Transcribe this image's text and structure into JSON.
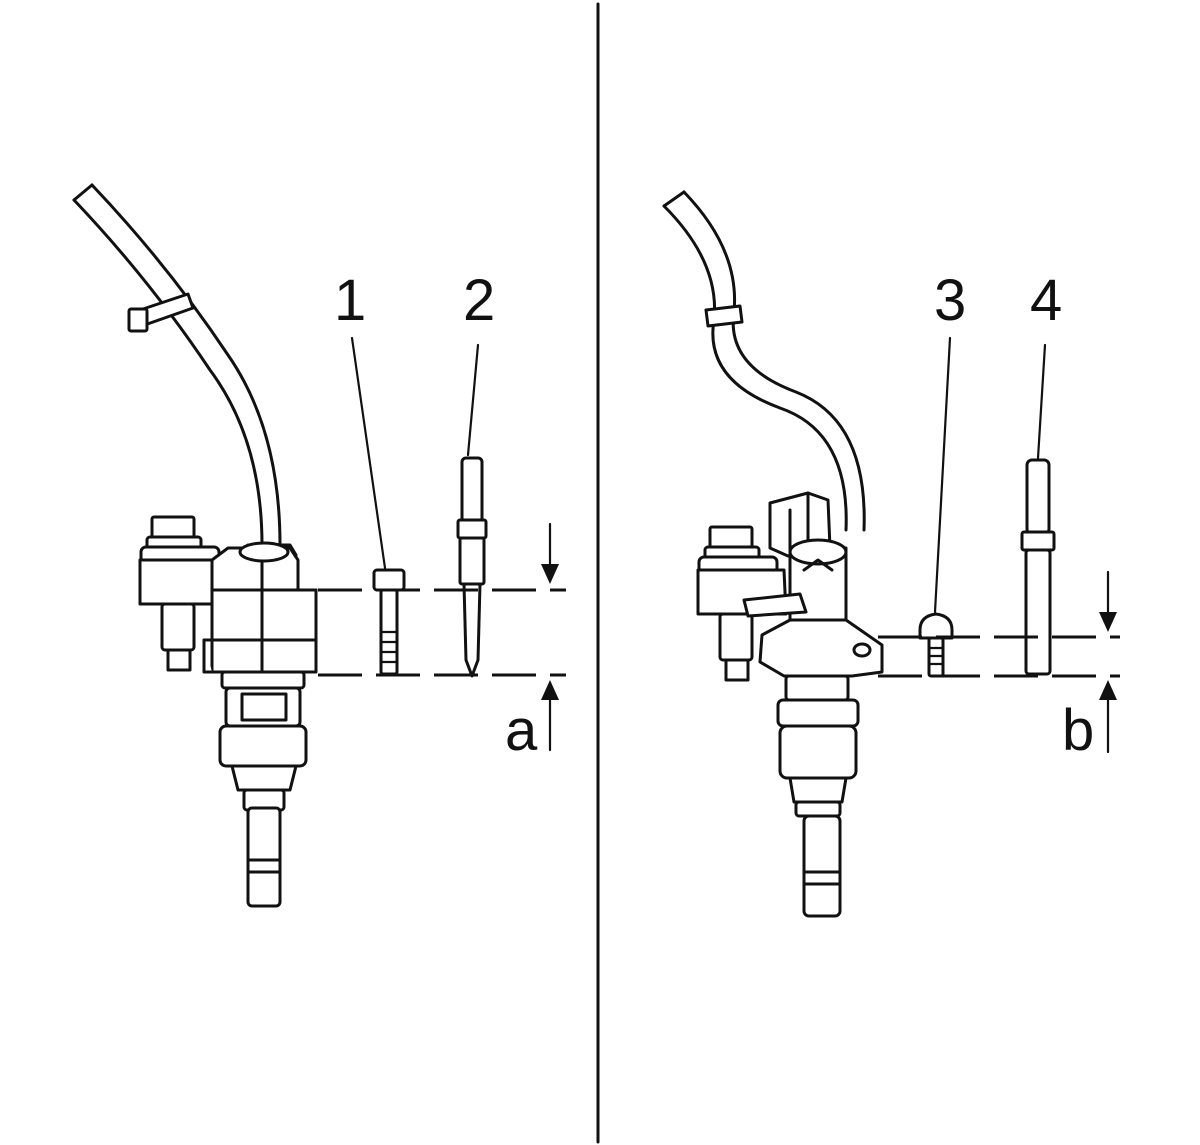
{
  "callouts": {
    "c1": "1",
    "c2": "2",
    "c3": "3",
    "c4": "4",
    "ca": "a",
    "cb": "b"
  },
  "colors": {
    "ink": "#111111",
    "paper": "#ffffff"
  }
}
